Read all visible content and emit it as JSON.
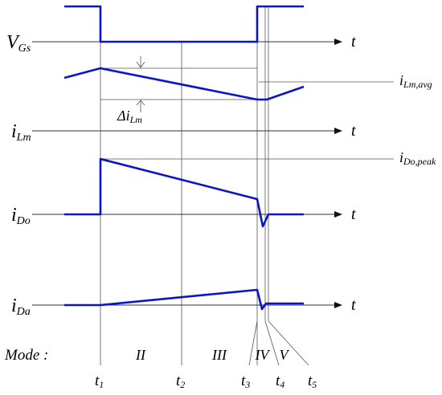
{
  "signals": {
    "vgs": {
      "main": "V",
      "sub": "Gs"
    },
    "ilm": {
      "main": "i",
      "sub": "Lm"
    },
    "ido": {
      "main": "i",
      "sub": "Do"
    },
    "ida": {
      "main": "i",
      "sub": "Da"
    }
  },
  "time_label": "t",
  "annotations": {
    "ilm_avg": {
      "main": "i",
      "sub": "Lm,avg"
    },
    "ido_peak": {
      "main": "i",
      "sub": "Do,peak"
    },
    "delta_ilm": {
      "prefix": "Δi",
      "sub": "Lm"
    }
  },
  "mode_label": "Mode :",
  "modes": [
    "II",
    "III",
    "IV",
    "V"
  ],
  "time_marks": [
    {
      "main": "t",
      "sub": "1"
    },
    {
      "main": "t",
      "sub": "2"
    },
    {
      "main": "t",
      "sub": "3"
    },
    {
      "main": "t",
      "sub": "4"
    },
    {
      "main": "t",
      "sub": "5"
    }
  ],
  "colors": {
    "waveform": "#0a14c8",
    "axes": "#333333"
  }
}
